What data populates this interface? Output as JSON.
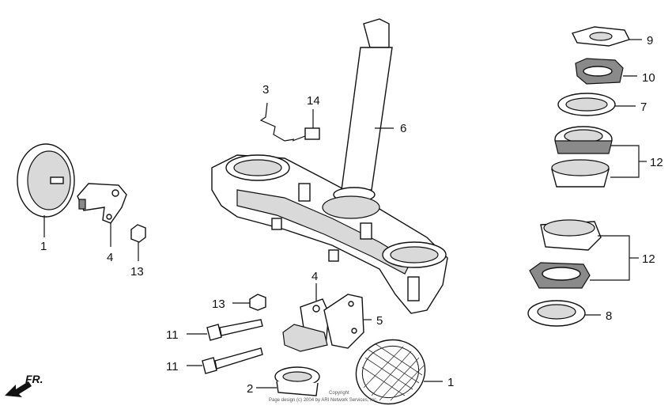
{
  "callouts": {
    "c1_left": "1",
    "c4_left": "4",
    "c13_left": "13",
    "c3": "3",
    "c14": "14",
    "c6": "6",
    "c9": "9",
    "c10": "10",
    "c7": "7",
    "c12_top": "12",
    "c12_bottom": "12",
    "c8": "8",
    "c4_bottom": "4",
    "c5": "5",
    "c13_bottom": "13",
    "c11_top": "11",
    "c11_bottom": "11",
    "c2": "2",
    "c1_right": "1"
  },
  "direction_label": "FR.",
  "copyright_line1": "Copyright",
  "copyright_line2": "Page design (c) 2004 by ARI Network Services, Inc."
}
